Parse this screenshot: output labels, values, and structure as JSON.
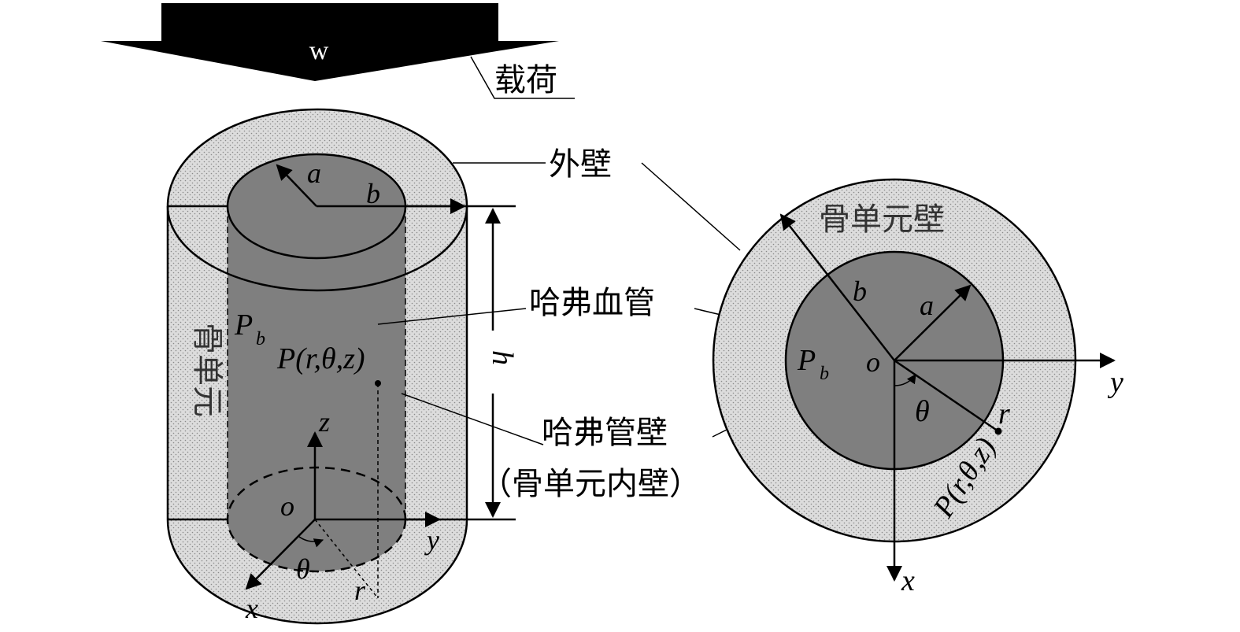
{
  "load": {
    "arrow_label": "w",
    "text": "载荷"
  },
  "left_view": {
    "outer_wall": "外壁",
    "canal": "哈弗血管",
    "osteon": "骨单元",
    "canal_wall_line1": "哈弗管壁",
    "canal_wall_line2": "（骨单元内壁）",
    "radius_a": "a",
    "radius_b": "b",
    "height": "h",
    "pressure": "P",
    "pressure_sub": "b",
    "point": "P(r,θ,z)",
    "axis_z": "z",
    "axis_y": "y",
    "axis_x": "x",
    "origin": "o",
    "theta": "θ",
    "r": "r"
  },
  "right_view": {
    "wall": "骨单元壁",
    "radius_a": "a",
    "radius_b": "b",
    "pressure": "P",
    "pressure_sub": "b",
    "origin": "o",
    "theta": "θ",
    "r": "r",
    "axis_y": "y",
    "axis_x": "x",
    "point": "P(r,θ,z)"
  },
  "colors": {
    "stipple_fill": "#d9d9d9",
    "canal_fill": "#7f7f7f",
    "load_arrow": "#000000"
  }
}
